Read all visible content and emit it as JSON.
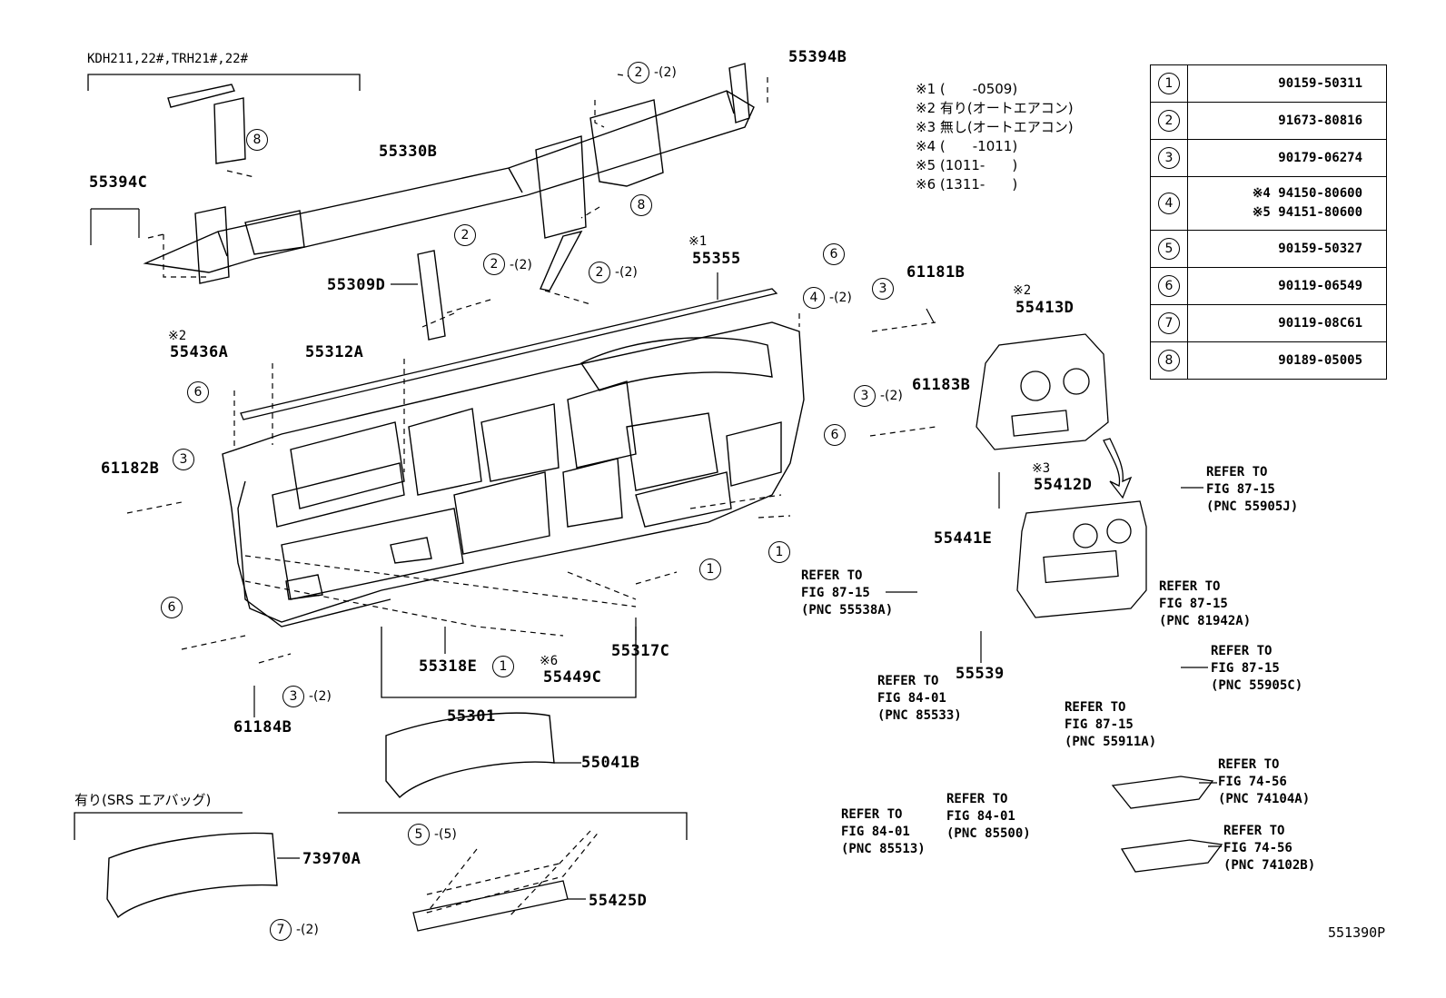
{
  "header": {
    "model_range": "KDH211,22#,TRH21#,22#",
    "srs_section": "有り(SRS エアバッグ)",
    "figure_id": "551390P"
  },
  "notes": [
    "※1 (　　-0509)",
    "※2 有り(オートエアコン)",
    "※3 無し(オートエアコン)",
    "※4 (　　-1011)",
    "※5 (1011-　　)",
    "※6 (1311-　　)"
  ],
  "legend": [
    {
      "key": "1",
      "parts": [
        "90159-50311"
      ]
    },
    {
      "key": "2",
      "parts": [
        "91673-80816"
      ]
    },
    {
      "key": "3",
      "parts": [
        "90179-06274"
      ]
    },
    {
      "key": "4",
      "parts": [
        "※4 94150-80600",
        "※5 94151-80600"
      ]
    },
    {
      "key": "5",
      "parts": [
        "90159-50327"
      ]
    },
    {
      "key": "6",
      "parts": [
        "90119-06549"
      ]
    },
    {
      "key": "7",
      "parts": [
        "90119-08C61"
      ]
    },
    {
      "key": "8",
      "parts": [
        "90189-05005"
      ]
    }
  ],
  "part_labels": {
    "p55394B": "55394B",
    "p55394C": "55394C",
    "p55330B": "55330B",
    "p55309D": "55309D",
    "p55355": "55355",
    "p55355_note": "※1",
    "p61181B": "61181B",
    "p55413D": "55413D",
    "p55413D_note": "※2",
    "p55436A": "55436A",
    "p55436A_note": "※2",
    "p55312A": "55312A",
    "p61183B": "61183B",
    "p61182B": "61182B",
    "p55412D": "55412D",
    "p55412D_note": "※3",
    "p55441E": "55441E",
    "p55539": "55539",
    "p55318E": "55318E",
    "p55449C": "55449C",
    "p55449C_note": "※6",
    "p55317C": "55317C",
    "p55301": "55301",
    "p61184B": "61184B",
    "p55041B": "55041B",
    "p73970A": "73970A",
    "p55425D": "55425D"
  },
  "references": {
    "r55905J": [
      "REFER TO",
      "FIG 87-15",
      "(PNC 55905J)"
    ],
    "r55538A": [
      "REFER TO",
      "FIG 87-15",
      "(PNC 55538A)"
    ],
    "r81942A": [
      "REFER TO",
      "FIG 87-15",
      "(PNC 81942A)"
    ],
    "r55905C": [
      "REFER TO",
      "FIG 87-15",
      "(PNC 55905C)"
    ],
    "r85533": [
      "REFER TO",
      "FIG 84-01",
      "(PNC 85533)"
    ],
    "r55911A": [
      "REFER TO",
      "FIG 87-15",
      "(PNC 55911A)"
    ],
    "r74104A": [
      "REFER TO",
      "FIG 74-56",
      "(PNC 74104A)"
    ],
    "r85513": [
      "REFER TO",
      "FIG 84-01",
      "(PNC 85513)"
    ],
    "r85500": [
      "REFER TO",
      "FIG 84-01",
      "(PNC 85500)"
    ],
    "r74102B": [
      "REFER TO",
      "FIG 74-56",
      "(PNC 74102B)"
    ]
  },
  "callouts": [
    {
      "n": "2",
      "q": "-(2)"
    },
    {
      "n": "8",
      "q": ""
    },
    {
      "n": "8",
      "q": ""
    },
    {
      "n": "2",
      "q": ""
    },
    {
      "n": "2",
      "q": "-(2)"
    },
    {
      "n": "2",
      "q": "-(2)"
    },
    {
      "n": "6",
      "q": ""
    },
    {
      "n": "4",
      "q": "-(2)"
    },
    {
      "n": "3",
      "q": ""
    },
    {
      "n": "6",
      "q": ""
    },
    {
      "n": "3",
      "q": "-(2)"
    },
    {
      "n": "3",
      "q": ""
    },
    {
      "n": "6",
      "q": ""
    },
    {
      "n": "1",
      "q": ""
    },
    {
      "n": "1",
      "q": ""
    },
    {
      "n": "6",
      "q": ""
    },
    {
      "n": "1",
      "q": ""
    },
    {
      "n": "3",
      "q": "-(2)"
    },
    {
      "n": "5",
      "q": "-(5)"
    },
    {
      "n": "7",
      "q": "-(2)"
    }
  ]
}
